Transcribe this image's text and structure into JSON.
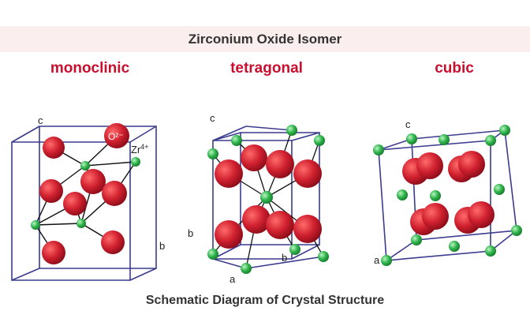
{
  "header": {
    "title": "Zirconium Oxide Isomer"
  },
  "phases": [
    {
      "name": "monoclinic"
    },
    {
      "name": "tetragonal"
    },
    {
      "name": "cubic"
    }
  ],
  "monoclinic": {
    "axis_c": "c",
    "axis_b": "b",
    "oxygen_label": "O²⁻",
    "zr_label": "Zr",
    "zr_charge": "4+"
  },
  "tetragonal": {
    "axis_c": "c",
    "axis_b_left": "b",
    "axis_b_inner": "b",
    "axis_a": "a"
  },
  "cubic": {
    "axis_c": "c",
    "axis_a": "a"
  },
  "footer": {
    "caption": "Schematic Diagram of Crystal Structure"
  },
  "colors": {
    "oxygen": "#d0202f",
    "zirconium": "#2eb34a",
    "cell_edge": "#3b3b8f",
    "bond": "#111111",
    "title_red": "#c8102e"
  }
}
